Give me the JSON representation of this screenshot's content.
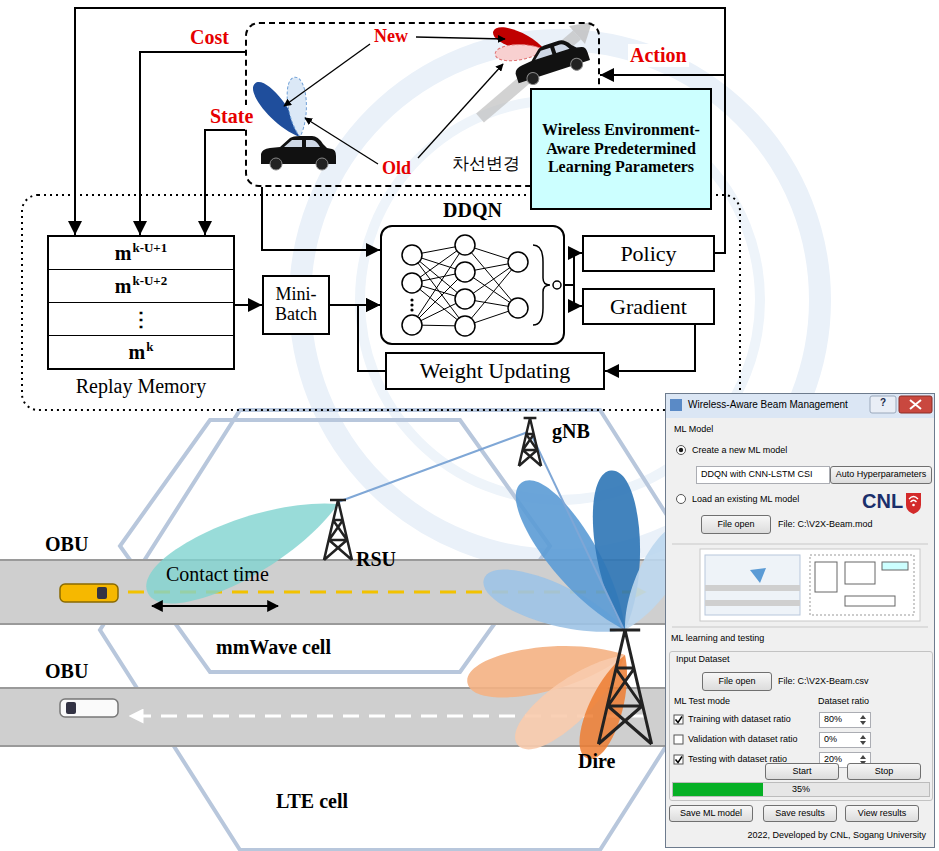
{
  "diagram": {
    "nodes": [
      {
        "text": [
          "New",
          "Old",
          "차선변경"
        ]
      },
      {
        "text": [
          "Wireless Environment-Aware Predetermined Learning Parameters"
        ]
      },
      {
        "text": [
          "Replay Memory"
        ]
      },
      {
        "text": [
          "mk-U+1"
        ],
        "in": 2
      },
      {
        "text": [
          "mk-U+2"
        ],
        "in": 2
      },
      {
        "text": [
          "⋮"
        ],
        "in": 2
      },
      {
        "text": [
          "mk"
        ],
        "in": 2
      },
      {
        "text": [
          "Mini-Batch"
        ]
      },
      {
        "text": [
          "DDQN"
        ]
      },
      {
        "text": [
          "Policy"
        ]
      },
      {
        "text": [
          "Gradient"
        ]
      },
      {
        "text": [
          "Weight Updating"
        ]
      },
      {
        "text": [
          "Wireless-Aware Beam Management"
        ]
      },
      {
        "text": [
          "DDQN with CNN-LSTM CSI"
        ],
        "in": 12
      },
      {
        "text": [
          "Auto Hyperparameters"
        ],
        "in": 12
      },
      {
        "text": [
          "File open"
        ],
        "in": 12
      },
      {
        "text": [
          "Input Dataset"
        ],
        "in": 12
      },
      {
        "text": [
          "File open"
        ],
        "in": 16
      },
      {
        "text": [
          "80%"
        ],
        "in": 16
      },
      {
        "text": [
          "0%"
        ],
        "in": 16
      },
      {
        "text": [
          "20%"
        ],
        "in": 16
      },
      {
        "text": [
          "Start"
        ],
        "in": 16
      },
      {
        "text": [
          "Stop"
        ],
        "in": 16
      },
      {
        "text": [
          "35%"
        ],
        "in": 16
      },
      {
        "text": [
          "Save ML model"
        ],
        "in": 12
      },
      {
        "text": [
          "Save results"
        ],
        "in": 12
      },
      {
        "text": [
          "View results"
        ],
        "in": 12
      }
    ],
    "edges": [
      {
        "from": 9,
        "to": 0,
        "arrow": "to",
        "label": "Action"
      },
      {
        "from": 9,
        "to": 2,
        "arrow": "to"
      },
      {
        "from": 0,
        "to": 2,
        "arrow": "to",
        "label": "Cost"
      },
      {
        "from": 0,
        "to": 2,
        "arrow": "to",
        "label": "State"
      },
      {
        "from": 0,
        "to": 8,
        "arrow": "to"
      },
      {
        "from": 2,
        "to": 7,
        "arrow": "to"
      },
      {
        "from": 7,
        "to": 8,
        "arrow": "to"
      },
      {
        "from": 8,
        "to": 9,
        "arrow": "to"
      },
      {
        "from": 8,
        "to": 10,
        "arrow": "to"
      },
      {
        "from": 10,
        "to": 11,
        "arrow": "to"
      },
      {
        "from": 11,
        "to": 8,
        "arrow": "to"
      }
    ],
    "labels": [
      "gNB",
      "RSU",
      "OBU",
      "Contact time",
      "mmWave cell",
      "OBU",
      "Dire",
      "LTE cell",
      "?",
      "ML Model",
      "Create a new ML model",
      "Load an existing ML model",
      "File: C:\\V2X-Beam.mod",
      "CNL",
      "ML learning and testing",
      "File: C:\\V2X-Beam.csv",
      "ML Test mode",
      "Dataset ratio",
      "Training with dataset ratio",
      "Validation with dataset ratio",
      "Testing with dataset ratio",
      "2022, Developed by CNL, Sogang University"
    ]
  }
}
